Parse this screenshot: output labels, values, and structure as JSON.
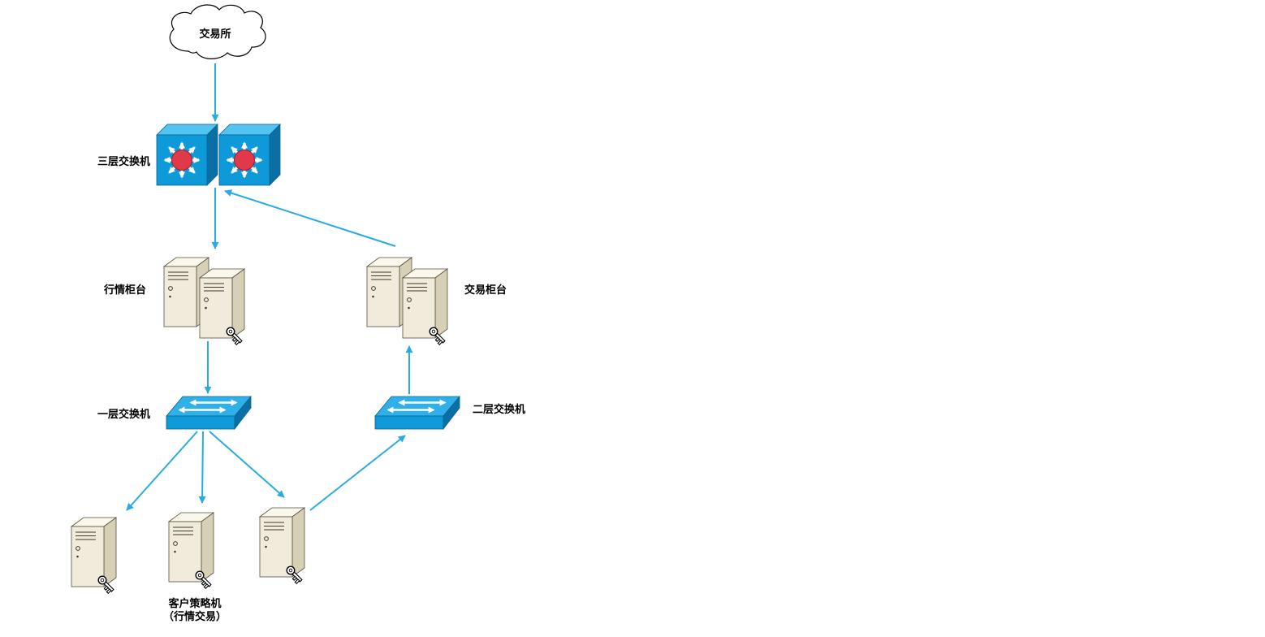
{
  "diagram": {
    "kind": "network-topology",
    "background": "#FFFFFF",
    "nodes": {
      "exchange_cloud": {
        "type": "cloud",
        "label": "交易所"
      },
      "layer3_switch": {
        "type": "layer3-switch",
        "label": "三层交换机",
        "icon_count": 2
      },
      "market_counter": {
        "type": "server-pair",
        "label": "行情柜台"
      },
      "trade_counter": {
        "type": "server-pair",
        "label": "交易柜台"
      },
      "layer1_switch": {
        "type": "workgroup-switch",
        "label": "一层交换机"
      },
      "layer2_switch": {
        "type": "workgroup-switch",
        "label": "二层交换机"
      },
      "client_left_server": {
        "type": "server"
      },
      "client_strategy_server": {
        "type": "server",
        "label_line1": "客户策略机",
        "label_line2": "（行情交易）"
      },
      "client_right_server": {
        "type": "server"
      }
    },
    "edges": [
      {
        "from": "exchange_cloud",
        "to": "layer3_switch"
      },
      {
        "from": "layer3_switch",
        "to": "market_counter"
      },
      {
        "from": "trade_counter",
        "to": "layer3_switch"
      },
      {
        "from": "market_counter",
        "to": "layer1_switch"
      },
      {
        "from": "layer2_switch",
        "to": "trade_counter"
      },
      {
        "from": "layer1_switch",
        "to": "client_left_server"
      },
      {
        "from": "layer1_switch",
        "to": "client_strategy_server"
      },
      {
        "from": "layer1_switch",
        "to": "client_right_server"
      },
      {
        "from": "client_right_server",
        "to": "layer2_switch"
      }
    ],
    "colors": {
      "connector": "#29ABE2",
      "switch_top": "#53C4F1",
      "switch_front": "#0E9AD8",
      "switch_side": "#0A6FA5",
      "layer3_hub_circle": "#E0394A",
      "server_front": "#F0EBDB",
      "server_side": "#D8D0B6",
      "server_top": "#FAF7EC",
      "text": "#000000"
    }
  }
}
